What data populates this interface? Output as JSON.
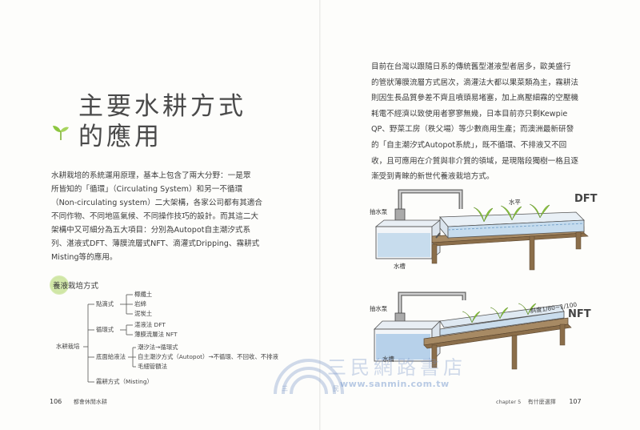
{
  "left_page": {
    "title_line1": "主要水耕方式",
    "title_line2": "的應用",
    "paragraph_lines": [
      "水耕栽培的系統運用原理，基本上包含了兩大分野：一是眾",
      "所皆知的「循環」（Circulating System）和另一不循環",
      "（Non-circulating system）二大架構，各家公司都有其適合",
      "不同作物、不同地區氣候、不同操作技巧的設計。而其這二大",
      "架構中又可細分為五大項目：分別為Autopot自主潮汐式系",
      "列、湛液式DFT、薄膜流層式NFT、滴灌式Dripping、霧耕式",
      "Misting等的應用。"
    ],
    "tree": {
      "heading": "養液栽培方式",
      "root": "水耕栽培",
      "branch1": "點滴式",
      "branch1_items": [
        "椰纖土",
        "岩綿",
        "泥炭土"
      ],
      "branch2": "循環式",
      "branch2_items": [
        "湛液法 DFT",
        "薄膜流層法 NFT"
      ],
      "branch3": "底面給液法",
      "branch3_items": [
        "潮汐法→循環式",
        "自主潮汐方式（Autopot）→不循環、不回收、不排液",
        "毛細管額法"
      ],
      "branch4": "霧耕方式（Misting）"
    },
    "folio_number": "106",
    "folio_title": "都會休閒水耕"
  },
  "right_page": {
    "paragraph_lines": [
      "目前在台灣以跟隨日系的傳統舊型湛液型者居多，歐美盛行",
      "的管狀薄膜流層方式居次，滴灌法大都以果菜類為主，霧耕法",
      "則因生長品質參差不齊且噴頭易堵塞，加上高壓細霧的空壓機",
      "耗電不經濟以致使用者寥寥無幾，日本目前亦只剩Kewpie",
      "QP、野菜工房（秩父場）等少數商用生產；而澳洲最新研發",
      "的「自主潮汐式Autopot系統」，既不循環、不排液又不回",
      "收，且可應用在介質與非介質的領域，是現階段獨樹一格且逐",
      "漸受到青睞的新世代養液栽培方式。"
    ],
    "figure": {
      "dft": {
        "pump_label": "抽水泵",
        "water_label": "水平",
        "tank_label": "水槽",
        "system_label": "DFT"
      },
      "nft": {
        "pump_label": "抽水泵",
        "slope_label": "斜度1/80~1/100",
        "tank_label": "水槽",
        "system_label": "NFT"
      }
    },
    "folio_chapter": "chapter 5",
    "folio_title": "有什麼選擇",
    "folio_number": "107"
  },
  "watermark": {
    "name": "三民網路書店",
    "url": "www.sanmin.com.tw",
    "left_char": "三",
    "right_char": "民"
  },
  "colors": {
    "leaf_green": "#8cc63f",
    "heading_blob": "#d3e8ab",
    "water_blue": "#9fc3e0",
    "watermark_blue": "#7a9ccc"
  },
  "icons": [
    "leaf-sprout-icon"
  ]
}
